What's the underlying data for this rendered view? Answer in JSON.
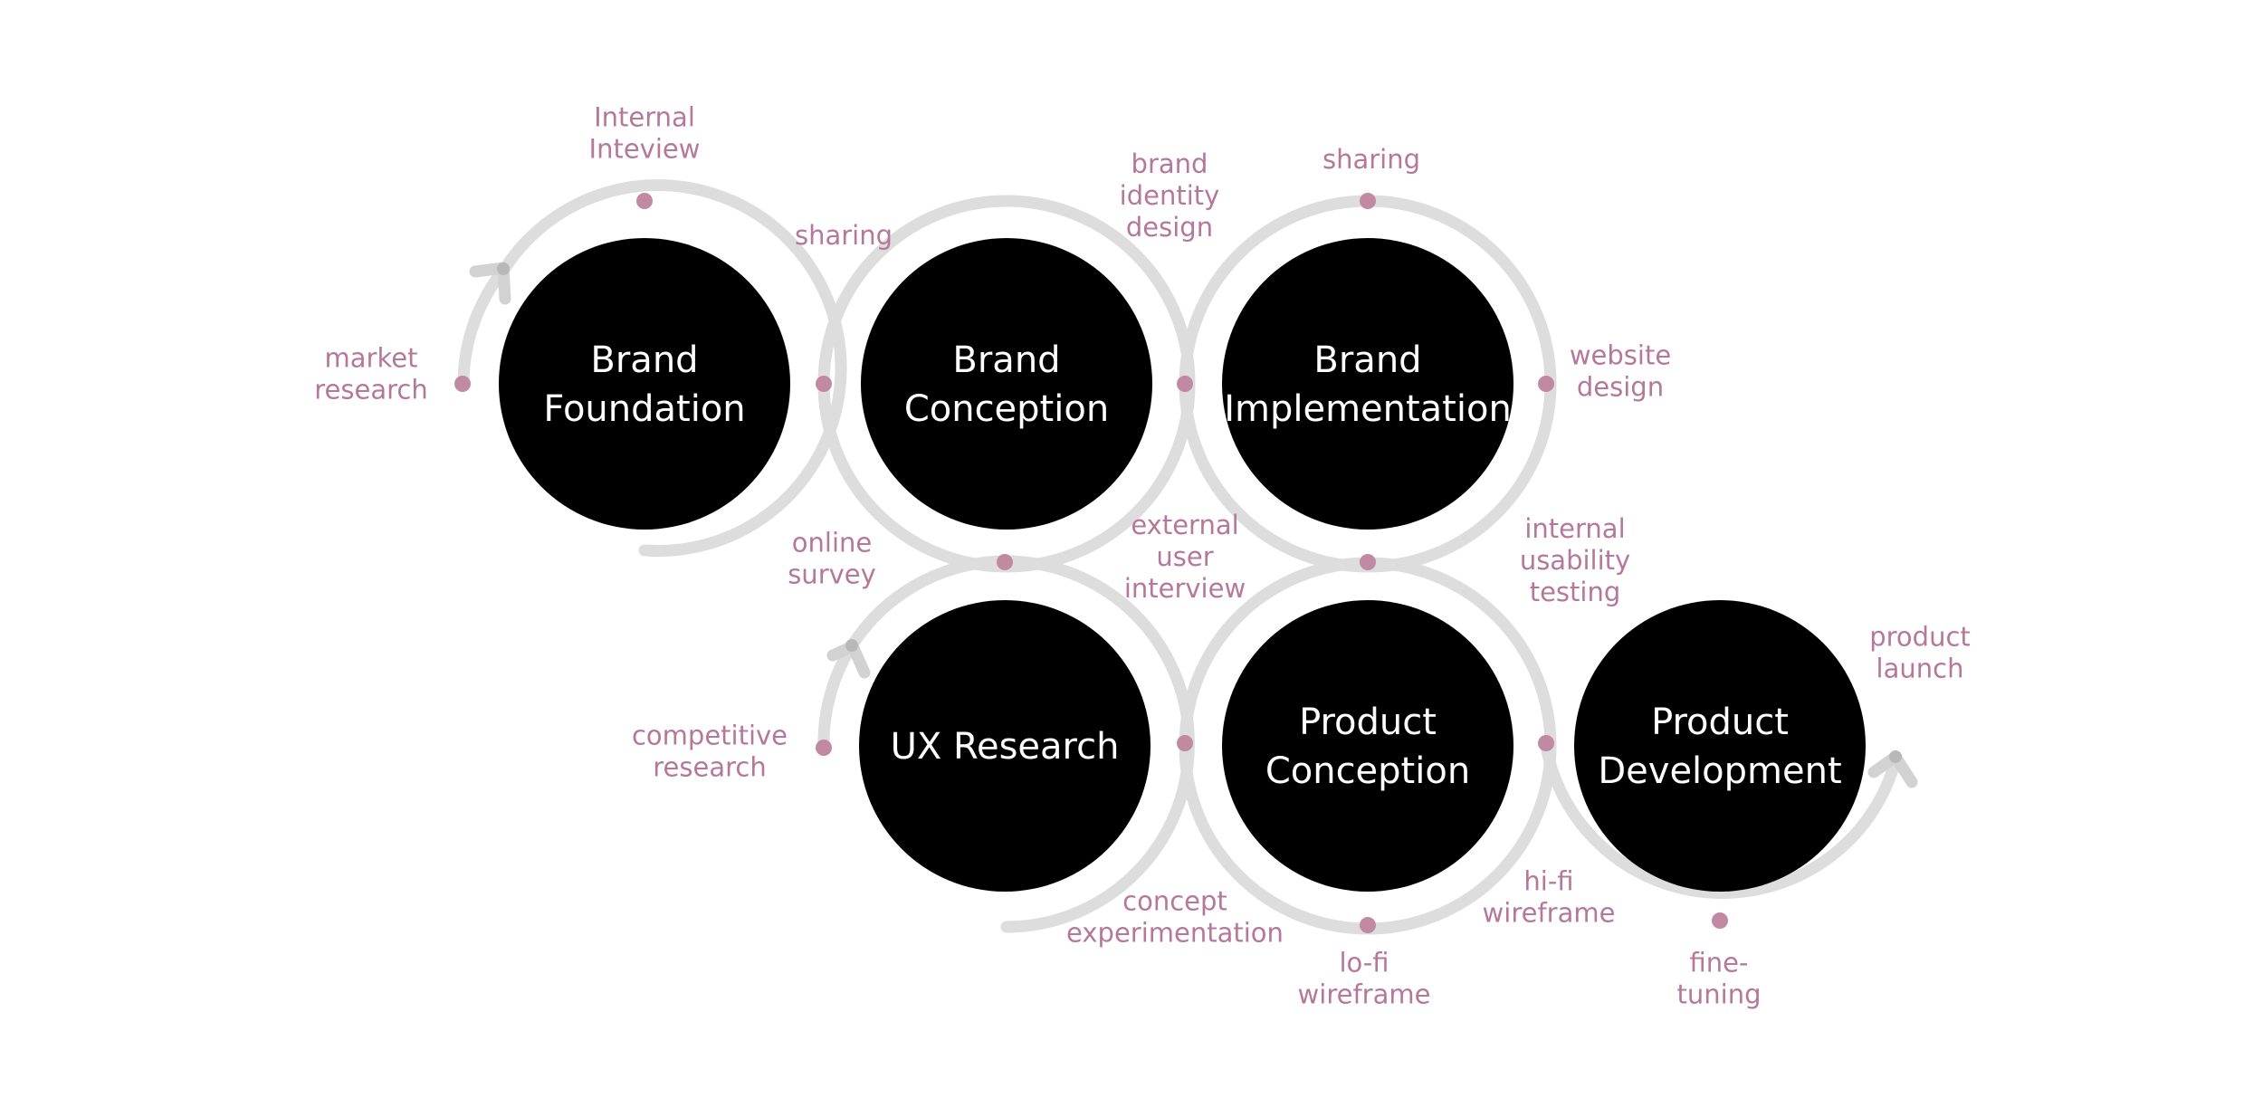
{
  "colors": {
    "ring": "#dddddd",
    "hub": "#000000",
    "hub_text": "#ffffff",
    "node_dot": "#c08aa2",
    "label_text": "#b5789b"
  },
  "stages": [
    {
      "id": "brand-foundation",
      "lines": [
        "Brand",
        "Foundation"
      ]
    },
    {
      "id": "brand-conception",
      "lines": [
        "Brand",
        "Conception"
      ]
    },
    {
      "id": "brand-implementation",
      "lines": [
        "Brand",
        "Implementation"
      ]
    },
    {
      "id": "ux-research",
      "lines": [
        "UX Research"
      ]
    },
    {
      "id": "product-conception",
      "lines": [
        "Product",
        "Conception"
      ]
    },
    {
      "id": "product-development",
      "lines": [
        "Product",
        "Development"
      ]
    }
  ],
  "steps": [
    {
      "id": "market-research",
      "lines": [
        "market",
        "research"
      ]
    },
    {
      "id": "internal-inteview",
      "lines": [
        "Internal",
        "Inteview"
      ]
    },
    {
      "id": "sharing-1",
      "lines": [
        "sharing"
      ]
    },
    {
      "id": "brand-identity-design",
      "lines": [
        "brand",
        "identity",
        "design"
      ]
    },
    {
      "id": "sharing-2",
      "lines": [
        "sharing"
      ]
    },
    {
      "id": "website-design",
      "lines": [
        "website",
        "design"
      ]
    },
    {
      "id": "online-survey",
      "lines": [
        "online",
        "survey"
      ]
    },
    {
      "id": "external-user-interview",
      "lines": [
        "external",
        "user",
        "interview"
      ]
    },
    {
      "id": "internal-usability-testing",
      "lines": [
        "internal",
        "usability",
        "testing"
      ]
    },
    {
      "id": "competitive-research",
      "lines": [
        "competitive",
        "research"
      ]
    },
    {
      "id": "product-launch",
      "lines": [
        "product",
        "launch"
      ]
    },
    {
      "id": "concept-experimentation",
      "lines": [
        "concept",
        "experimentation"
      ]
    },
    {
      "id": "hi-fi-wireframe",
      "lines": [
        "hi-fi",
        "wireframe"
      ]
    },
    {
      "id": "lo-fi-wireframe",
      "lines": [
        "lo-fi",
        "wireframe"
      ]
    },
    {
      "id": "fine-tuning",
      "lines": [
        "fine-",
        "tuning"
      ]
    }
  ]
}
